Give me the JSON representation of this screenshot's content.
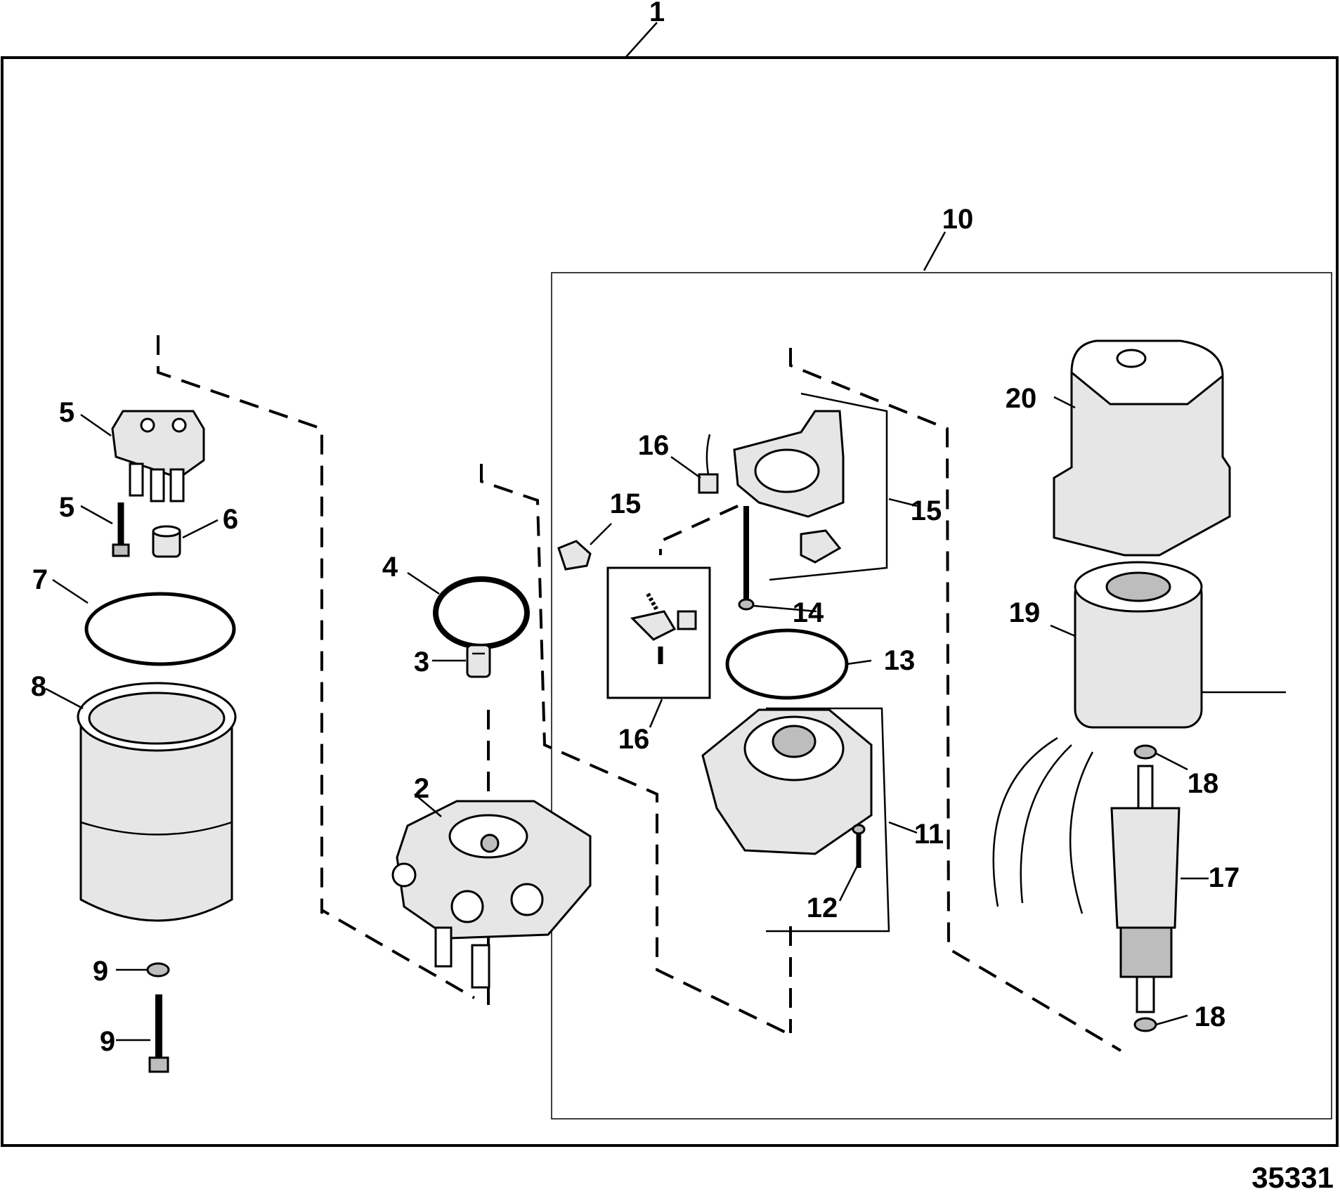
{
  "figure_number": "35331",
  "callouts": [
    {
      "id": "c1",
      "text": "1"
    },
    {
      "id": "c2",
      "text": "2"
    },
    {
      "id": "c3",
      "text": "3"
    },
    {
      "id": "c4",
      "text": "4"
    },
    {
      "id": "c5a",
      "text": "5"
    },
    {
      "id": "c5b",
      "text": "5"
    },
    {
      "id": "c6",
      "text": "6"
    },
    {
      "id": "c7",
      "text": "7"
    },
    {
      "id": "c8",
      "text": "8"
    },
    {
      "id": "c9a",
      "text": "9"
    },
    {
      "id": "c9b",
      "text": "9"
    },
    {
      "id": "c10",
      "text": "10"
    },
    {
      "id": "c11",
      "text": "11"
    },
    {
      "id": "c12",
      "text": "12"
    },
    {
      "id": "c13",
      "text": "13"
    },
    {
      "id": "c14",
      "text": "14"
    },
    {
      "id": "c15a",
      "text": "15"
    },
    {
      "id": "c15b",
      "text": "15"
    },
    {
      "id": "c16a",
      "text": "16"
    },
    {
      "id": "c16b",
      "text": "16"
    },
    {
      "id": "c17",
      "text": "17"
    },
    {
      "id": "c18a",
      "text": "18"
    },
    {
      "id": "c18b",
      "text": "18"
    },
    {
      "id": "c19",
      "text": "19"
    },
    {
      "id": "c20",
      "text": "20"
    }
  ]
}
